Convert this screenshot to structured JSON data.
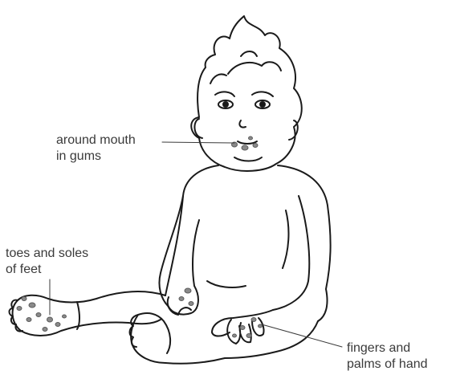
{
  "diagram": {
    "labels": {
      "mouth_line1": "around mouth",
      "mouth_line2": "in gums",
      "feet_line1": "toes and soles",
      "feet_line2": "of feet",
      "hand_line1": "fingers and",
      "hand_line2": "palms of hand"
    },
    "colors": {
      "outline": "#1a1a1a",
      "spot": "#8a8a8a",
      "leader": "#3a3a3a",
      "text": "#3a3a3a"
    }
  }
}
